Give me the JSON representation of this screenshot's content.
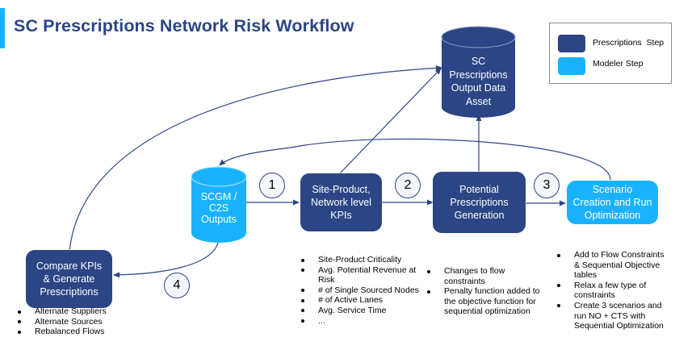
{
  "title": "SC Prescriptions Network Risk Workflow",
  "colors": {
    "prescriptions_step": "#2b4585",
    "modeler_step": "#1ab2ff",
    "connector": "#2b4585",
    "title_text": "#2b4585"
  },
  "legend": {
    "items": [
      {
        "label": "Prescriptions  Step",
        "color": "#2b4585"
      },
      {
        "label": "Modeler Step",
        "color": "#1ab2ff"
      }
    ]
  },
  "nodes": {
    "output_asset": {
      "label": "SC Prescriptions Output Data Asset",
      "lines": [
        "SC",
        "Prescriptions",
        "Output Data",
        "Asset"
      ],
      "shape": "cylinder",
      "type": "prescriptions"
    },
    "scgm": {
      "label": "SCGM / C2S Outputs",
      "lines": [
        "SCGM /",
        "C2S",
        "Outputs"
      ],
      "shape": "cylinder",
      "type": "modeler"
    },
    "kpis": {
      "label": "Site-Product, Network level KPIs",
      "lines": [
        "Site-Product,",
        "Network level",
        "KPIs"
      ],
      "shape": "rounded-rect",
      "type": "prescriptions"
    },
    "potential": {
      "label": "Potential Prescriptions Generation",
      "lines": [
        "Potential",
        "Prescriptions",
        "Generation"
      ],
      "shape": "rounded-rect",
      "type": "prescriptions"
    },
    "scenario": {
      "label": "Scenario Creation and Run Optimization",
      "lines": [
        "Scenario",
        "Creation and Run",
        "Optimization"
      ],
      "shape": "rounded-rect",
      "type": "modeler"
    },
    "compare": {
      "label": "Compare KPIs & Generate Prescriptions",
      "lines": [
        "Compare KPIs",
        "& Generate",
        "Prescriptions"
      ],
      "shape": "rounded-rect",
      "type": "prescriptions"
    }
  },
  "steps": [
    "1",
    "2",
    "3",
    "4"
  ],
  "edges": [
    {
      "from": "scgm",
      "to": "kpis",
      "step": "1"
    },
    {
      "from": "kpis",
      "to": "potential",
      "step": "2"
    },
    {
      "from": "potential",
      "to": "scenario",
      "step": "3"
    },
    {
      "from": "scgm",
      "to": "compare",
      "step": "4"
    },
    {
      "from": "kpis",
      "to": "output_asset"
    },
    {
      "from": "potential",
      "to": "output_asset"
    },
    {
      "from": "compare",
      "to": "output_asset"
    },
    {
      "from": "scenario",
      "to": "scgm"
    }
  ],
  "notes": {
    "compare": [
      "Alternate Suppliers",
      "Alternate Sources",
      "Rebalanced Flows"
    ],
    "kpis": [
      "Site-Product Criticality",
      "Avg. Potential Revenue at Risk",
      "# of Single Sourced Nodes",
      "# of Active Lanes",
      "Avg. Service Time",
      "..."
    ],
    "potential": [
      "Changes to flow constraints",
      "Penalty function added to the objective function for sequential optimization"
    ],
    "scenario": [
      "Add to Flow Constraints & Sequential Objective tables",
      "Relax a few type of constraints",
      "Create 3 scenarios and run NO + CTS with Sequential Optimization"
    ]
  }
}
